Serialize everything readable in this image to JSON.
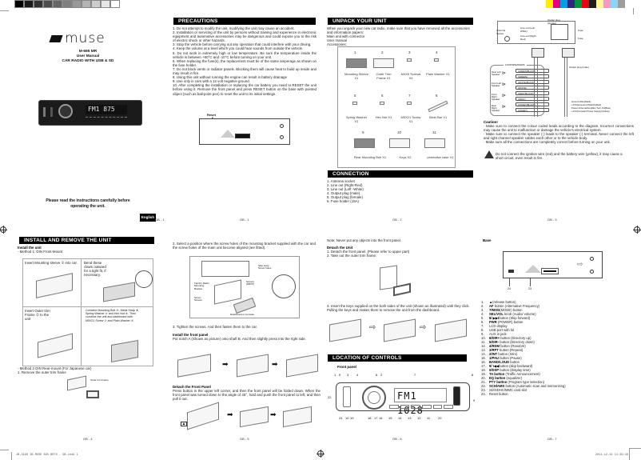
{
  "calibration": {
    "gray_swatches": [
      "#000000",
      "#1a1a1a",
      "#333333",
      "#4d4d4d",
      "#666666",
      "#808080",
      "#999999",
      "#b3b3b3",
      "#cccccc",
      "#e6e6e6",
      "#ffffff"
    ],
    "color_swatches": [
      "#ffed00",
      "#e6007e",
      "#009fe3",
      "#312783",
      "#009640",
      "#e30613",
      "#1d1d1b",
      "#fff59b",
      "#f49ac1",
      "#8dd3f5",
      "#9d9d9c"
    ]
  },
  "page1": {
    "brand": "muse",
    "model": "M-695 MR",
    "doc_type": "User Manual",
    "product": "CAR RADIO WITH USB & SD",
    "radio_display": "FM1 875",
    "notice_line1": "Please read the instructions carefully before",
    "notice_line2": "operating the unit.",
    "language_badge": "English",
    "page_no": "GB - 1"
  },
  "precautions": {
    "title": "PRECAUTIONS",
    "items": [
      "1.  Do not attempt to modify the unit, modifying the unit may cause an accident.",
      "2.  Installation or servicing of the unit by persons without training and experience in electronic equipment and automotive accessories may be dangerous and could expose you to the risk of electric shock or other hazards.",
      "3.  Stop the vehicle before carrying out any operation that could interfere with your driving.",
      "4.  Keep the volume at a level which you could hear sounds from outside the vehicle.",
      "5.  Do not work in extremely high or low temperature. Be sure the temperature inside the vehicle is between +60°C and -10°C before turning on your unit.",
      "6.  When replacing the fuse(s), the replacement must be of the same amperage as shown on the fuse holder.",
      "7.  Do not block vents or radiator panels. Blocking them will cause heat to build up inside and may result in fire.",
      "8.  Using this unit without running the engine can result in battery drainage",
      "9.  Use only in cars with a 12 volt negative ground.",
      "10. After completing the installation or replacing the car battery you need to RESET the unit before using it.  Remove the front panel and press RESET button on the base with pointed object (such as ball-point pen) to reset the unit to its initial settings."
    ],
    "reset_label": "Reset"
  },
  "unpack": {
    "title": "UNPACK YOUR UNIT",
    "intro": "When you unpack your new car radio, make sure that you have removed all the accessories and information papers:",
    "lines": [
      "Main unit with connector",
      "User manual",
      "Accessories:"
    ],
    "accessories": [
      {
        "num": "1",
        "name": "Mounting Sleeve X1"
      },
      {
        "num": "2",
        "name": "Outer Trim Frame X1"
      },
      {
        "num": "3",
        "name": "M4X5 Screws X4"
      },
      {
        "num": "4",
        "name": "Plain Washer X1"
      },
      {
        "num": "5",
        "name": "Spring Washer X1"
      },
      {
        "num": "6",
        "name": "Hex Nut X1"
      },
      {
        "num": "7",
        "name": "M5X21 Screw X1"
      },
      {
        "num": "8",
        "name": "Steel Bar X1"
      },
      {
        "num": "9",
        "name": "Rear Mounting Bolt X1"
      },
      {
        "num": "10",
        "name": "Keys X2"
      },
      {
        "num": "11",
        "name": "protective case X1"
      }
    ]
  },
  "connection": {
    "title": "CONNECTION",
    "items": [
      "1.  Antenna socket",
      "2.  Line out (Right-Red)",
      "3.  Line out (Left -White)",
      "4.  Output plug (male)",
      "5.  Output plug (female)",
      "6.  Fuse holder (15A)"
    ],
    "page_no": "GB - 2"
  },
  "wiring": {
    "top_labels": [
      "Antenna Socket",
      "Line out (Left-White)",
      "Line out (Right-Red)",
      "Output plug (female)",
      "Fuse",
      "Fuse"
    ],
    "output_plug": "Output plug (male)",
    "group_title": "LOUDSPEAKERS",
    "speakers": [
      {
        "name": "Rear Left Speaker",
        "wires": [
          "(GREEN/BLACK)",
          "(GREEN)"
        ]
      },
      {
        "name": "Front Left Speaker",
        "wires": [
          "(WHITE/BLACK)",
          "(WHITE)"
        ]
      },
      {
        "name": "Front Right Speaker",
        "wires": [
          "(GRAY/BLACK)",
          "(GRAY)"
        ]
      },
      {
        "name": "Rear Right Speaker",
        "wires": [
          "(VIOLET/BLACK)",
          "(VIOLET)"
        ]
      }
    ],
    "power_wires": [
      "Ground Wire(black)",
      "+12V(accessory/Switch)(Red)",
      "Power Antenna/Amplifier Turn On(Blue)",
      "+12V(Constant Power Supply)(Yellow)"
    ],
    "caution_title": "Caution!",
    "caution_items": [
      "·   Make sure to connect the colour coded leads according to the diagram. Incorrect connections may cause the unit to malfunction or damage the vehicle's electrical system.",
      "·   Make sure to connect the speaker (-) leads to the speaker (-) terminal. Never connect the left and right channel speaker cables each other or to the vehicle body.",
      "·   Make sure all the connections are completely correct before turning on your unit."
    ],
    "warning": "Do not connect the ignition wire (red) and the battery wire (yellow), it may cause a short circuit, even result in fire.",
    "page_no": "GB - 3"
  },
  "install": {
    "title": "INSTALL AND REMOVE THE UNIT",
    "subtitle": "Install the unit",
    "method1": "-  Method 1: DIN Front-Mount",
    "steps": [
      {
        "text": "Insert Mounting sleeve ① into car.",
        "num": "1"
      },
      {
        "text": "Bend these claws outward for a tight fit, if necessary.",
        "num": "2"
      },
      {
        "text": "Insert Outer trim Frame ② to the unit",
        "num": "3"
      },
      {
        "text": "Combine Mounting Bolt ⑨, Metal Strap ⑧, Spring Washer ⑤ and Hex Nut ⑥. Then combine the unit and dashboard with M5X21 Screw ⑦ and Plain Washer ④.",
        "num": "4"
      }
    ],
    "method2": "- Method 2 DIN Rear-mount (For Japanese car)",
    "method2_step": "1.  Remove the outer trim frame",
    "trim_label": "Outer trim Frame",
    "page_no": "GB - 4"
  },
  "install2": {
    "step2": "2.  Select a position where the  screw  holes  of the mounting bracket supplied with the car and the screw holes of the main unit become aligned (are fitted).",
    "diagram_labels": [
      "Side strap Screw holes",
      "Factory Radio Mounting Bracket",
      "Screw Screws",
      "Screws (M5X5)",
      "Dashboard or Console"
    ],
    "step3": "3.  Tighten the screws. And then fasten them to the car.",
    "front_panel_title": "Install the front panel",
    "front_panel_text": "Put notch A (Shown as picture) onto shaft B. And then slightly press into the right side.",
    "detach_title": "Detach the Front Panel",
    "detach_text": "Press  button in the upper left corner, and then the front panel will be folded down. When the front panel was turned down to the angle of 45°, hold and push the front panel to left, and then pull it out.",
    "page_no": "GB - 5"
  },
  "detach": {
    "note": "Note: Never put any objects into the front panel.",
    "title": "Detach the Unit",
    "items": [
      "1.  Detach the front panel.  (Please refer to upper part)",
      "2.  Take out the outer trim frame."
    ],
    "step3": "3.   Insert  the keys  supplied on  the both sides of the unit (shown as  illustrated) until they click. Pulling the keys and makes them to remove the unit from the dashboard."
  },
  "controls": {
    "title": "LOCATION OF CONTROLS",
    "subtitle": "Front panel",
    "display": "FM1 1028",
    "top_callouts": [
      "1",
      "5",
      "3",
      "4",
      "6",
      "2",
      "7",
      "8"
    ],
    "side_callouts": [
      "22",
      "9"
    ],
    "bottom_callouts": [
      "24",
      "10",
      "19",
      "18",
      "17",
      "16",
      "15",
      "14",
      "13",
      "12",
      "11",
      "20"
    ],
    "page_no": "GB - 6"
  },
  "base": {
    "title": "Base",
    "callouts": [
      "23",
      "24"
    ],
    "items": [
      {
        "n": "1.",
        "key": "▲",
        "desc": "(release button)"
      },
      {
        "n": "2.",
        "key": "AF",
        "desc": " button (Alternative Frequency)"
      },
      {
        "n": "3.",
        "key": "7/MOD",
        "desc": "(MODE) button"
      },
      {
        "n": "4.",
        "key": "SEL/VOL",
        "desc": " knob (Audio/ volume)"
      },
      {
        "n": "5.",
        "key": "8/ ▶▶I",
        "desc": "button (Skip forward)"
      },
      {
        "n": "6.",
        "key": "PWR",
        "desc": " (POWER) button"
      },
      {
        "n": "7.",
        "key": "",
        "desc": "LCD display"
      },
      {
        "n": "8.",
        "key": "",
        "desc": "USB port with lid"
      },
      {
        "n": "9.",
        "key": "",
        "desc": "AUX in jack"
      },
      {
        "n": "10.",
        "key": "6/DIR+",
        "desc": " button (Directory up)"
      },
      {
        "n": "11.",
        "key": "5/DIR-",
        "desc": " button (Directory down)"
      },
      {
        "n": "12.",
        "key": "4/RDM",
        "desc": " button (Random)"
      },
      {
        "n": "13.",
        "key": "3/RPT",
        "desc": " button (Repeat)"
      },
      {
        "n": "14.",
        "key": "2/INT",
        "desc": " button (Intro)"
      },
      {
        "n": "15.",
        "key": "1/PAU",
        "desc": " button (Pause)"
      },
      {
        "n": "16.",
        "key": "BAND/LOUD",
        "desc": " button"
      },
      {
        "n": "17.",
        "key": "9/ I◀◀",
        "desc": "button (skip backward)"
      },
      {
        "n": "18.",
        "key": "0/DSP",
        "desc": " button (Display time)"
      },
      {
        "n": "19.",
        "key": "TA button",
        "desc": " (Traffic Announcement)"
      },
      {
        "n": "20.",
        "key": "EQ button",
        "desc": " (equalizer)"
      },
      {
        "n": "21.",
        "key": "PTY button",
        "desc": " (Program type selection)"
      },
      {
        "n": "22.",
        "key": "SCH/AMS",
        "desc": " button (Automatic scan and memorizing)"
      },
      {
        "n": "23.",
        "key": "",
        "desc": "SD/SDHC/MMC card slot"
      },
      {
        "n": "24.",
        "key": "",
        "desc": "Reset button"
      }
    ],
    "page_no": "GB - 7"
  },
  "footer": {
    "file_info": "JB-3199 IB MUSE 695 BRTS - GB.indd   1",
    "timestamp": "2011-12-19    11:39:46"
  }
}
